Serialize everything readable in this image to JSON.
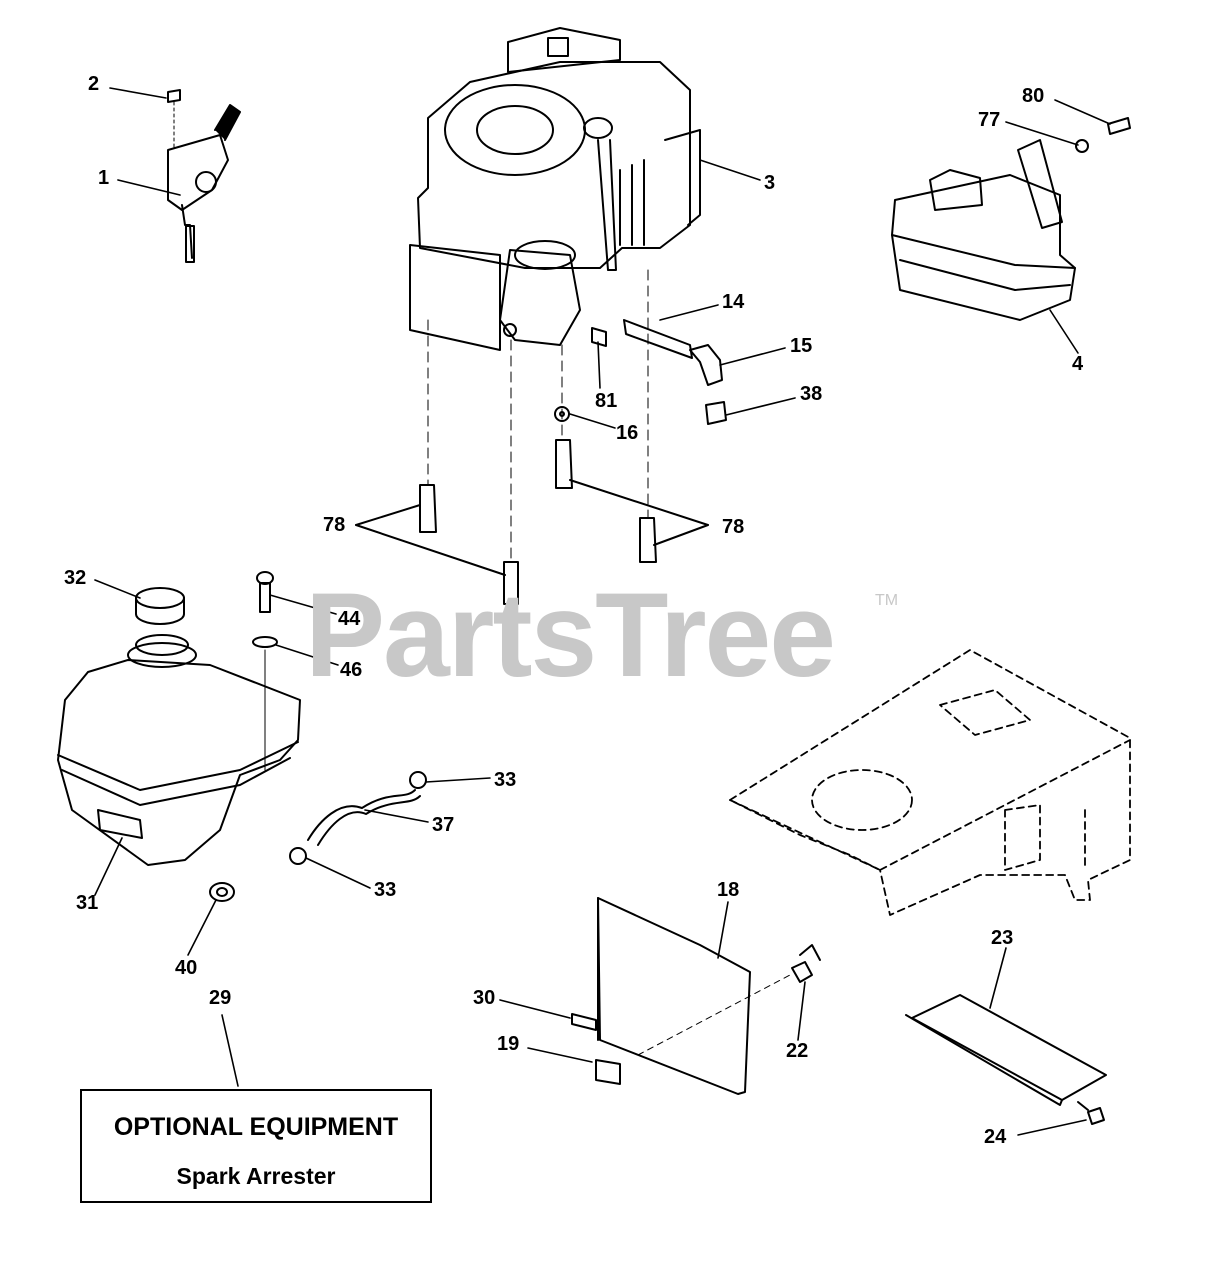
{
  "watermark": {
    "text": "PartsTree",
    "tm": "TM"
  },
  "note": {
    "title": "OPTIONAL EQUIPMENT",
    "subtitle": "Spark Arrester"
  },
  "callouts": [
    "2",
    "1",
    "3",
    "80",
    "77",
    "4",
    "14",
    "15",
    "38",
    "81",
    "16",
    "78",
    "78",
    "32",
    "44",
    "46",
    "33",
    "37",
    "33",
    "31",
    "40",
    "29",
    "18",
    "30",
    "19",
    "22",
    "23",
    "24"
  ]
}
